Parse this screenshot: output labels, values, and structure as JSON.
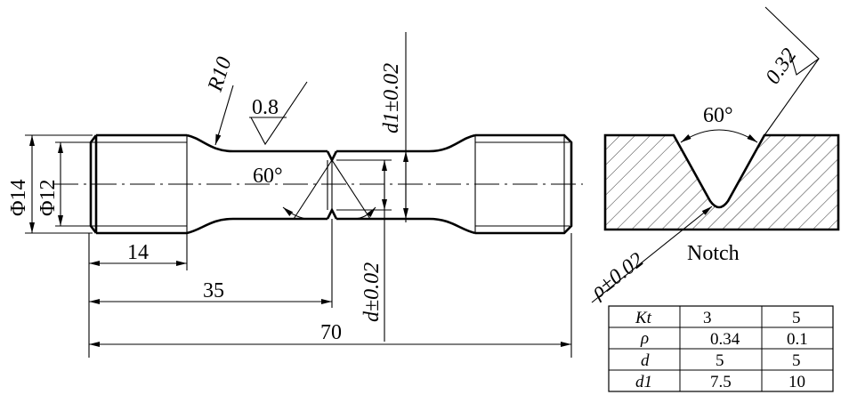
{
  "specimen": {
    "radius_label": "R10",
    "roughness_center": "0.8",
    "notch_angle": "60°",
    "d1_label": "d1±0.02",
    "d_label": "d±0.02",
    "phi14_label": "Φ14",
    "phi12_label": "Φ12",
    "dim_14": "14",
    "dim_35": "35",
    "dim_70": "70"
  },
  "notch_detail": {
    "roughness": "0.32",
    "angle": "60°",
    "rho_label": "ρ±0.02",
    "caption": "Notch"
  },
  "table": {
    "rows": [
      [
        "Kt",
        "3",
        "5"
      ],
      [
        "ρ",
        "0.34",
        "0.1"
      ],
      [
        "d",
        "5",
        "5"
      ],
      [
        "d1",
        "7.5",
        "10"
      ]
    ]
  }
}
